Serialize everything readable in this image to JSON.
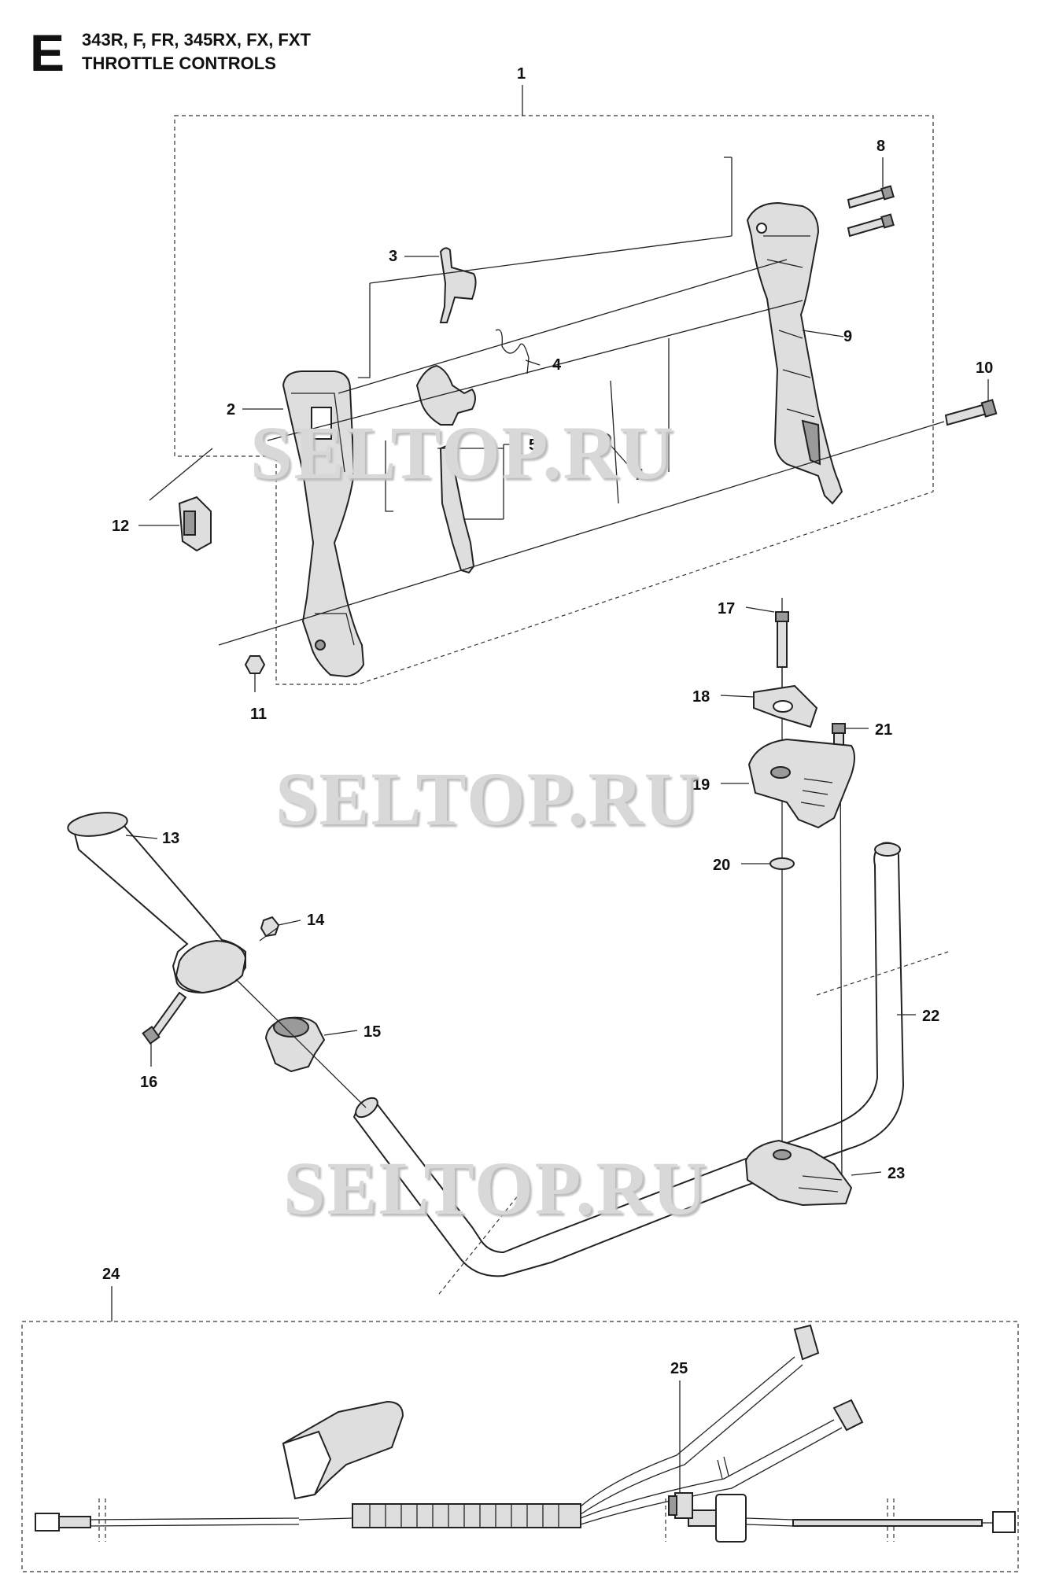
{
  "header": {
    "section_letter": "E",
    "models": "343R, F, FR, 345RX, FX, FXT",
    "title": "THROTTLE CONTROLS"
  },
  "watermarks": [
    "SELTOP.RU",
    "SELTOP.RU",
    "SELTOP.RU"
  ],
  "callouts": [
    "1",
    "2",
    "3",
    "4",
    "5",
    "7",
    "8",
    "9",
    "10",
    "11",
    "12",
    "13",
    "14",
    "15",
    "16",
    "17",
    "18",
    "19",
    "20",
    "21",
    "22",
    "23",
    "24",
    "25"
  ]
}
